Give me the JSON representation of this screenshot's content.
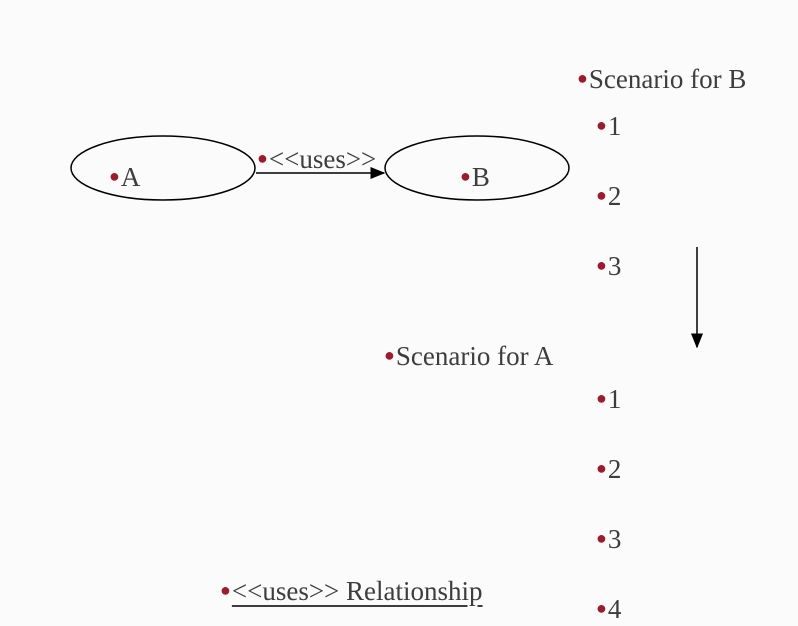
{
  "diagram": {
    "node_a": "A",
    "node_b": "B",
    "edge_label": "<<uses>>",
    "title": "<<uses>> Relationship"
  },
  "scenario_b": {
    "heading": "Scenario for B",
    "steps": [
      "1",
      "2",
      "3"
    ]
  },
  "scenario_a": {
    "heading": "Scenario for A",
    "steps": [
      "1",
      "2",
      "3",
      "4"
    ]
  },
  "colors": {
    "bullet": "#9b1b30",
    "text": "#3d3d3d"
  }
}
